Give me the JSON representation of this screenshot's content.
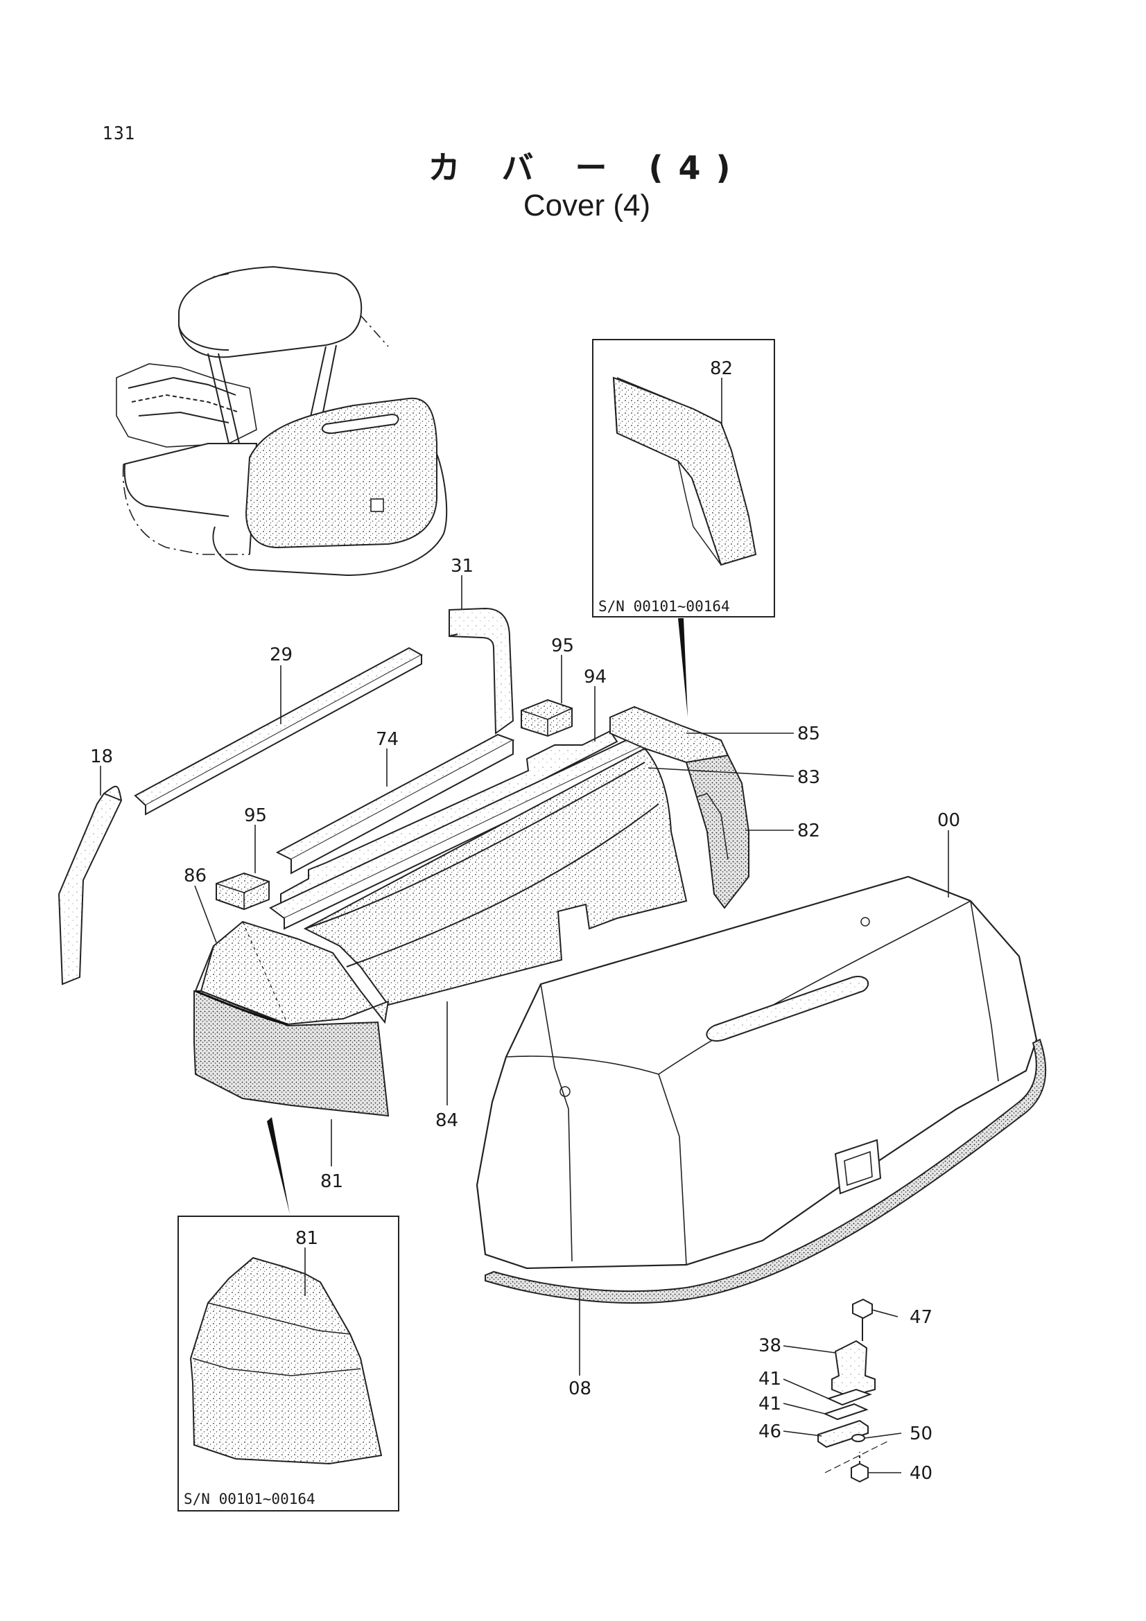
{
  "page": {
    "number": "131",
    "title_ja": "カ バ ー (4)",
    "title_en": "Cover (4)"
  },
  "inset_82": {
    "sn": "S/N 00101~00164",
    "part": "82"
  },
  "inset_81": {
    "sn": "S/N 00101~00164",
    "part": "81"
  },
  "callouts": [
    {
      "id": "31",
      "text": "31"
    },
    {
      "id": "29",
      "text": "29"
    },
    {
      "id": "95a",
      "text": "95"
    },
    {
      "id": "94",
      "text": "94"
    },
    {
      "id": "85",
      "text": "85"
    },
    {
      "id": "74",
      "text": "74"
    },
    {
      "id": "83",
      "text": "83"
    },
    {
      "id": "18",
      "text": "18"
    },
    {
      "id": "95b",
      "text": "95"
    },
    {
      "id": "82",
      "text": "82"
    },
    {
      "id": "00",
      "text": "00"
    },
    {
      "id": "86",
      "text": "86"
    },
    {
      "id": "84",
      "text": "84"
    },
    {
      "id": "81",
      "text": "81"
    },
    {
      "id": "47",
      "text": "47"
    },
    {
      "id": "38",
      "text": "38"
    },
    {
      "id": "41a",
      "text": "41"
    },
    {
      "id": "41b",
      "text": "41"
    },
    {
      "id": "46",
      "text": "46"
    },
    {
      "id": "50",
      "text": "50"
    },
    {
      "id": "40",
      "text": "40"
    },
    {
      "id": "08",
      "text": "08"
    }
  ]
}
